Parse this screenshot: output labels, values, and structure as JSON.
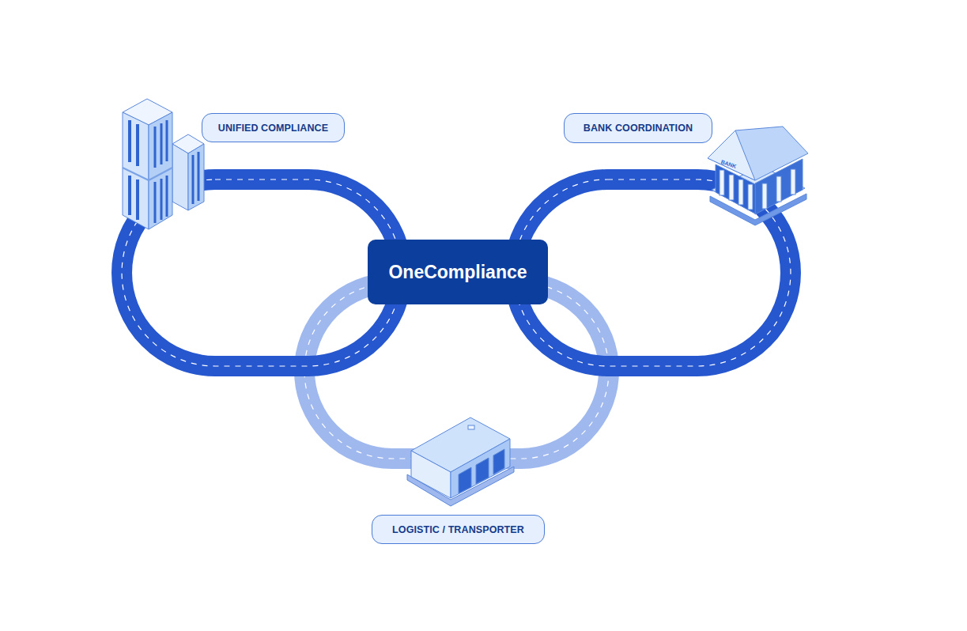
{
  "diagram": {
    "nodes": [
      {
        "text": [
          "UNIFIED COMPLIANCE"
        ]
      },
      {
        "text": [
          "BANK COORDINATION"
        ]
      },
      {
        "text": [
          "OneCompliance"
        ]
      },
      {
        "text": [
          "LOGISTIC / TRANSPORTER"
        ]
      }
    ],
    "labels": [
      "BANK"
    ]
  }
}
